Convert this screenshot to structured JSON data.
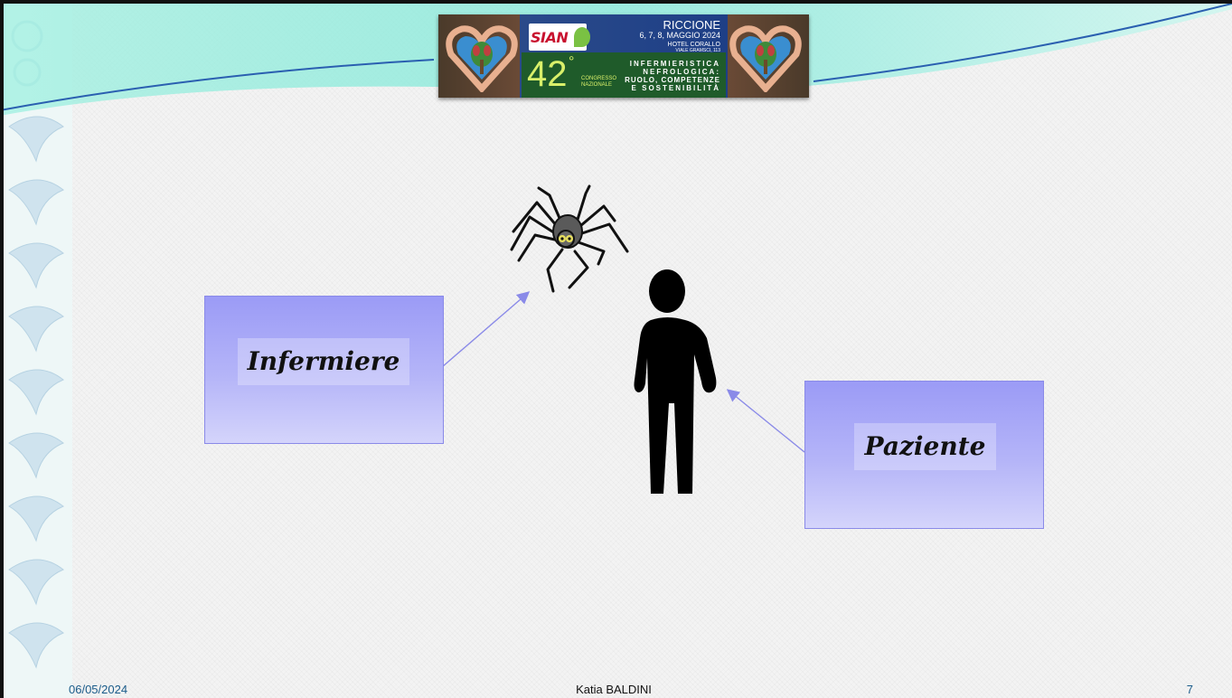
{
  "banner": {
    "logo": "SIAN",
    "congress_number": "42",
    "congress_degree": "°",
    "congress_label": "CONGRESSO NAZIONALE",
    "city": "RICCIONE",
    "dates": "6, 7, 8, MAGGIO 2024",
    "hotel": "HOTEL CORALLO",
    "address": "VIALE GRAMSCI, 113",
    "theme_lines": [
      "INFERMIERISTICA",
      "NEFROLOGICA:",
      "RUOLO, COMPETENZE",
      "E SOSTENIBILITÀ"
    ]
  },
  "boxes": {
    "infermiere": "Infermiere",
    "paziente": "Paziente"
  },
  "icons": {
    "spider": "spider-icon",
    "person": "person-icon",
    "heart_hands": "heart-hands-icon"
  },
  "footer": {
    "date": "06/05/2024",
    "author": "Katia BALDINI",
    "page": "7"
  },
  "colors": {
    "box_top": "#9b9bf6",
    "box_bottom": "#d4d4fb",
    "accent_teal": "#7ee8d8",
    "footer_blue": "#1a5b8a",
    "banner_green": "#1f5b2a",
    "banner_blue": "#1e3f86"
  }
}
